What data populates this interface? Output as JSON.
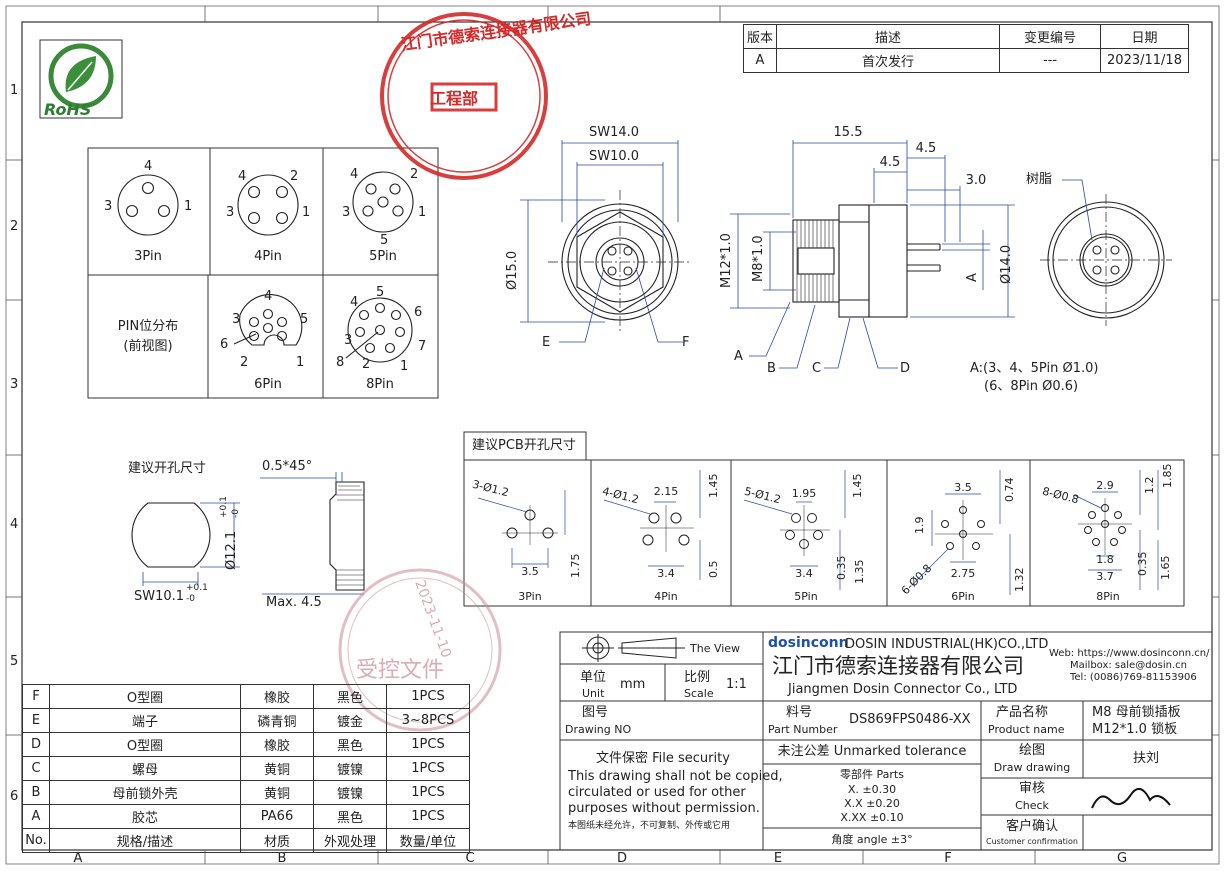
{
  "revision": {
    "headers": [
      "版本",
      "描述",
      "变更编号",
      "日期"
    ],
    "row": [
      "A",
      "首次发行",
      "---",
      "2023/11/18"
    ]
  },
  "stamps": {
    "company_seal": "江门市德索连接器有限公司",
    "dept_seal": "工程部",
    "control_seal_date": "2023-11-10",
    "control_seal_text": "受控文件"
  },
  "rohs": "RoHS",
  "zones": {
    "cols": [
      "A",
      "B",
      "C",
      "D",
      "E",
      "F",
      "G"
    ],
    "rows": [
      "1",
      "2",
      "3",
      "4",
      "5",
      "6"
    ]
  },
  "pins": {
    "p3": {
      "label": "3Pin",
      "n": [
        "4",
        "3",
        "1"
      ]
    },
    "p4": {
      "label": "4Pin",
      "n": [
        "4",
        "2",
        "3",
        "1"
      ]
    },
    "p5": {
      "label": "5Pin",
      "n": [
        "4",
        "2",
        "3",
        "1",
        "5"
      ]
    },
    "p6": {
      "label": "6Pin",
      "n": [
        "4",
        "3",
        "5",
        "6",
        "2",
        "1"
      ]
    },
    "p8": {
      "label": "8Pin",
      "n": [
        "5",
        "4",
        "6",
        "3",
        "7",
        "8",
        "2",
        "1"
      ]
    },
    "title1": "PIN位分布",
    "title2": "(前视图)"
  },
  "front_view": {
    "sw14": "SW14.0",
    "sw10": "SW10.0",
    "dia": "Ø15.0",
    "e": "E",
    "f": "F"
  },
  "side_view": {
    "d155": "15.5",
    "d45a": "4.5",
    "d45b": "4.5",
    "d30": "3.0",
    "m12": "M12*1.0",
    "m8": "M8*1.0",
    "d14": "Ø14.0",
    "a": "A",
    "la": "A",
    "lb": "B",
    "lc": "C",
    "ld": "D"
  },
  "end_view": {
    "resin": "树脂"
  },
  "pin_note": {
    "l1": "A:(3、4、5Pin Ø1.0)",
    "l2": "(6、8Pin Ø0.6)"
  },
  "cutout": {
    "title": "建议开孔尺寸",
    "dia": "Ø12.1",
    "dia_tol_up": "+0.1",
    "dia_tol_dn": "-0",
    "sw": "SW10.1",
    "sw_tol_up": "+0.1",
    "sw_tol_dn": "-0",
    "chamfer": "0.5*45°",
    "max": "Max. 4.5"
  },
  "pcb": {
    "title": "建议PCB开孔尺寸",
    "p3": {
      "label": "3Pin",
      "hole": "3-Ø1.2",
      "w": "3.5",
      "h": "1.75"
    },
    "p4": {
      "label": "4Pin",
      "hole": "4-Ø1.2",
      "top": "2.15",
      "w": "3.4",
      "h1": "1.45",
      "h2": "0.5"
    },
    "p5": {
      "label": "5Pin",
      "hole": "5-Ø1.2",
      "top": "1.95",
      "w": "3.4",
      "h1": "1.45",
      "h2": "0.35",
      "h3": "1.35"
    },
    "p6": {
      "label": "6Pin",
      "hole": "6-Ø0.8",
      "top": "3.5",
      "w": "2.75",
      "h1": "0.74",
      "v": "1.9",
      "h2": "1.32"
    },
    "p8": {
      "label": "8Pin",
      "hole": "8-Ø0.8",
      "top": "2.9",
      "w1": "1.8",
      "w2": "3.7",
      "h1": "1.2",
      "h2": "1.85",
      "h3": "0.35",
      "h4": "1.65"
    }
  },
  "titleblock": {
    "view": "The View",
    "unit_label": "单位",
    "unit_en": "Unit",
    "unit": "mm",
    "scale_label": "比例",
    "scale_en": "Scale",
    "scale": "1:1",
    "company_en": "DOSIN INDUSTRIAL(HK)CO.,LTD",
    "logo": "dosinconn",
    "company_cn": "江门市德索连接器有限公司",
    "company_en2": "Jiangmen Dosin Connector Co., LTD",
    "web": "Web: https://www.dosinconn.cn/",
    "mail": "Mailbox: sale@dosin.cn",
    "tel": "Tel: (0086)769-81153906",
    "drawing_no_cn": "图号",
    "drawing_no_en": "Drawing NO",
    "part_cn": "料号",
    "part_en": "Part Number",
    "part": "DS869FPS0486-XX",
    "product_cn": "产品名称",
    "product_en": "Product name",
    "product1": "M8 母前锁插板",
    "product2": "M12*1.0 锁板",
    "security_title": "文件保密  File security",
    "security1": "This drawing shall not be copied,",
    "security2": "circulated or used for other",
    "security3": "purposes without permission.",
    "security_cn": "本图纸未经允许，不可复制、外传或它用",
    "tol_title": "未注公差 Unmarked tolerance",
    "tol_parts": "零部件 Parts",
    "tol1": "X.  ±0.30",
    "tol2": "X.X  ±0.20",
    "tol3": "X.XX  ±0.10",
    "tol_angle": "角度 angle  ±3°",
    "draw_cn": "绘图",
    "draw_en": "Draw drawing",
    "drawer": "扶刘",
    "check_cn": "审核",
    "check_en": "Check",
    "cust_cn": "客户确认",
    "cust_en": "Customer confirmation"
  },
  "bom": {
    "header": [
      "No.",
      "规格/描述",
      "材质",
      "外观处理",
      "数量/单位"
    ],
    "rows": [
      [
        "F",
        "O型圈",
        "橡胶",
        "黑色",
        "1PCS"
      ],
      [
        "E",
        "端子",
        "磷青铜",
        "镀金",
        "3~8PCS"
      ],
      [
        "D",
        "O型圈",
        "橡胶",
        "黑色",
        "1PCS"
      ],
      [
        "C",
        "螺母",
        "黄铜",
        "镀镍",
        "1PCS"
      ],
      [
        "B",
        "母前锁外壳",
        "黄铜",
        "镀镍",
        "1PCS"
      ],
      [
        "A",
        "胶芯",
        "PA66",
        "黑色",
        "1PCS"
      ]
    ]
  },
  "colors": {
    "seal": "#d42a2a",
    "seal_faint": "#c98a98",
    "line": "#333333"
  }
}
